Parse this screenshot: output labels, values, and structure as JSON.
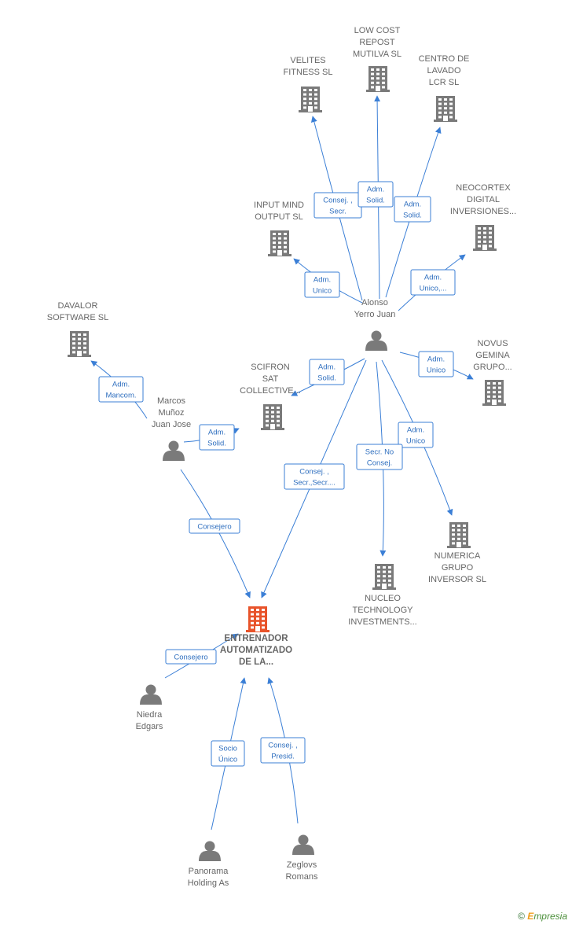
{
  "colors": {
    "edge": "#3b7fd6",
    "node": "#7a7a7a",
    "main": "#e8532a",
    "label": "#666666"
  },
  "nodes": [
    {
      "id": "velites",
      "kind": "company",
      "lines": [
        "VELITES",
        "FITNESS  SL"
      ]
    },
    {
      "id": "lowcost",
      "kind": "company",
      "lines": [
        "LOW COST",
        "REPOST",
        "MUTILVA  SL"
      ]
    },
    {
      "id": "centro",
      "kind": "company",
      "lines": [
        "CENTRO DE",
        "LAVADO",
        "LCR  SL"
      ]
    },
    {
      "id": "neocortex",
      "kind": "company",
      "lines": [
        "NEOCORTEX",
        "DIGITAL",
        "INVERSIONES..."
      ]
    },
    {
      "id": "inputmind",
      "kind": "company",
      "lines": [
        "INPUT MIND",
        "OUTPUT  SL"
      ]
    },
    {
      "id": "alonso",
      "kind": "person",
      "lines": [
        "Alonso",
        "Yerro Juan"
      ]
    },
    {
      "id": "davalor",
      "kind": "company",
      "lines": [
        "DAVALOR",
        "SOFTWARE SL"
      ]
    },
    {
      "id": "scifron",
      "kind": "company",
      "lines": [
        "SCIFRON",
        "SAT",
        "COLLECTIVE..."
      ]
    },
    {
      "id": "novus",
      "kind": "company",
      "lines": [
        "NOVUS",
        "GEMINA",
        "GRUPO..."
      ]
    },
    {
      "id": "marcos",
      "kind": "person",
      "lines": [
        "Marcos",
        "Muñoz",
        "Juan Jose"
      ]
    },
    {
      "id": "numerica",
      "kind": "company",
      "lines": [
        "NUMERICA",
        "GRUPO",
        "INVERSOR SL"
      ]
    },
    {
      "id": "nucleo",
      "kind": "company",
      "lines": [
        "NUCLEO",
        "TECHNOLOGY",
        "INVESTMENTS..."
      ]
    },
    {
      "id": "entrenador",
      "kind": "main",
      "lines": [
        "ENTRENADOR",
        "AUTOMATIZADO",
        "DE LA..."
      ]
    },
    {
      "id": "niedra",
      "kind": "person",
      "lines": [
        "Niedra",
        "Edgars"
      ]
    },
    {
      "id": "panorama",
      "kind": "person",
      "lines": [
        "Panorama",
        "Holding As"
      ]
    },
    {
      "id": "zeglovs",
      "kind": "person",
      "lines": [
        "Zeglovs",
        "Romans"
      ]
    }
  ],
  "edges": [
    {
      "id": "alonso-velites",
      "lines": [
        "Consej. ,",
        "Secr."
      ]
    },
    {
      "id": "alonso-lowcost",
      "lines": [
        "Adm.",
        "Solid."
      ]
    },
    {
      "id": "alonso-centro",
      "lines": [
        "Adm.",
        "Solid."
      ]
    },
    {
      "id": "alonso-neocortex",
      "lines": [
        "Adm.",
        "Unico,..."
      ]
    },
    {
      "id": "alonso-inputmind",
      "lines": [
        "Adm.",
        "Unico"
      ]
    },
    {
      "id": "alonso-scifron",
      "lines": [
        "Adm.",
        "Solid."
      ]
    },
    {
      "id": "alonso-novus",
      "lines": [
        "Adm.",
        "Unico"
      ]
    },
    {
      "id": "alonso-numerica",
      "lines": [
        "Adm.",
        "Unico"
      ]
    },
    {
      "id": "alonso-nucleo",
      "lines": [
        "Secr.  No",
        "Consej."
      ]
    },
    {
      "id": "alonso-entrenador",
      "lines": [
        "Consej. ,",
        "Secr.,Secr...."
      ]
    },
    {
      "id": "marcos-davalor",
      "lines": [
        "Adm.",
        "Mancom."
      ]
    },
    {
      "id": "marcos-scifron",
      "lines": [
        "Adm.",
        "Solid."
      ]
    },
    {
      "id": "marcos-entrenador",
      "lines": [
        "Consejero"
      ]
    },
    {
      "id": "niedra-entrenador",
      "lines": [
        "Consejero"
      ]
    },
    {
      "id": "panorama-entrenador",
      "lines": [
        "Socio",
        "Único"
      ]
    },
    {
      "id": "zeglovs-entrenador",
      "lines": [
        "Consej. ,",
        "Presid."
      ]
    }
  ],
  "credit": {
    "symbol": "©",
    "brand_initial": "E",
    "brand_rest": "mpresia"
  }
}
